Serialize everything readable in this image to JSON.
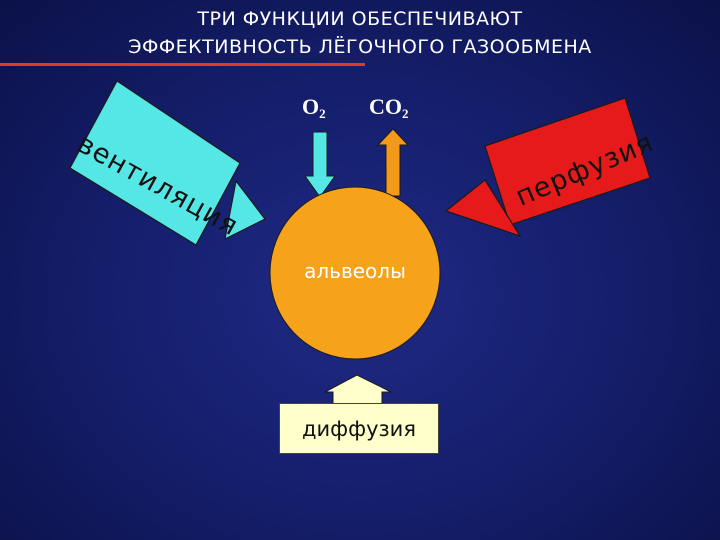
{
  "title": {
    "line1": "ТРИ ФУНКЦИИ ОБЕСПЕЧИВАЮТ",
    "line2": "ЭФФЕКТИВНОСТЬ ЛЁГОЧНОГО ГАЗООБМЕНА"
  },
  "diagram": {
    "ventilation_label": "вентиляция",
    "perfusion_label": "перфузия",
    "alveoli_label": "альвеолы",
    "diffusion_label": "диффузия",
    "o2": {
      "symbol": "O",
      "subscript": "2"
    },
    "co2": {
      "symbol": "CO",
      "subscript": "2"
    }
  },
  "colors": {
    "background": "#141d68",
    "ventilation_arrow": "#55e6e6",
    "perfusion_arrow": "#e61a1a",
    "alveoli": "#f7a21b",
    "o2_arrow": "#55e6e6",
    "co2_arrow": "#f39a1c",
    "diffusion_arrow": "#ffffcc",
    "title_rule": "#e23a1e"
  }
}
